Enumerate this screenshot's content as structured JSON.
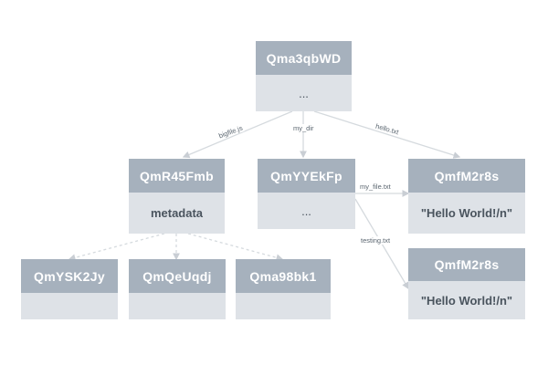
{
  "nodes": {
    "root": {
      "hash": "Qma3qbWD",
      "content": "..."
    },
    "bigfile": {
      "hash": "QmR45Fmb",
      "content": "metadata"
    },
    "mydir": {
      "hash": "QmYYEkFp",
      "content": "..."
    },
    "hello": {
      "hash": "QmfM2r8s",
      "content": "\"Hello World!/n\""
    },
    "chunk1": {
      "hash": "QmYSK2Jy"
    },
    "chunk2": {
      "hash": "QmQeUqdj"
    },
    "chunk3": {
      "hash": "Qma98bk1"
    },
    "testing": {
      "hash": "QmfM2r8s",
      "content": "\"Hello World!/n\""
    }
  },
  "edges": {
    "root_bigfile": "bigfile.js",
    "root_mydir": "my_dir",
    "root_hello": "hello.txt",
    "mydir_myfile": "my_file.txt",
    "mydir_testing": "testing.txt"
  },
  "colors": {
    "header": "#a6b1bd",
    "body": "#dee2e7",
    "edge": "#d5dade",
    "text": "#4a545e"
  }
}
